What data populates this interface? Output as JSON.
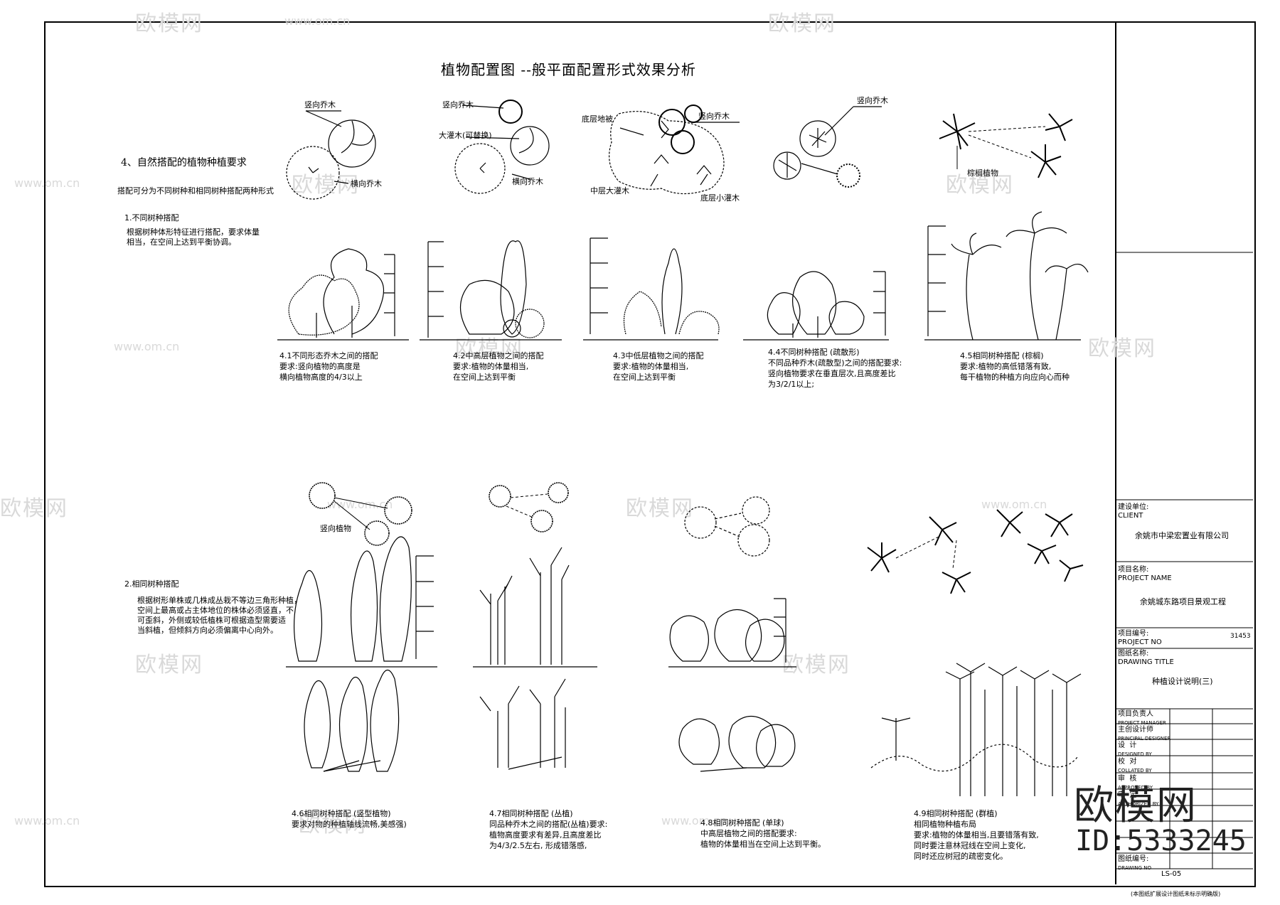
{
  "title": "植物配置图  --般平面配置形式效果分析",
  "left_notes": {
    "heading4": "4、自然搭配的植物种植要求",
    "intro": "搭配可分为不同树种和相同树种搭配两种形式",
    "sub1": "1.不同树种搭配",
    "sub1_text": "根据树种体形特征进行搭配，要求体量\n相当，在空间上达到平衡协调。",
    "sub2": "2.相同树种搭配",
    "sub2_text": "根据树形单株或几株成丛栽不等边三角形种植，\n空间上最高或占主体地位的株体必须竖直，不\n可歪斜，外侧或较低植株可根据造型需要适\n当斜植，但倾斜方向必须偏离中心向外。"
  },
  "plan_labels": {
    "a1": "竖向乔木",
    "a2": "横向乔木",
    "b1": "竖向乔木",
    "b2": "大灌木(可替换)",
    "b3": "横向乔木",
    "c1": "底层地被",
    "c2": "竖向乔木",
    "c3": "中层大灌木",
    "c4": "底层小灌木",
    "d1": "竖向乔木",
    "e1": "棕榈植物",
    "f1": "竖向植物"
  },
  "captions": {
    "c41": "4.1不同形态乔木之间的搭配\n要求:竖向植物的高度是\n横向植物高度的4/3以上",
    "c42": "4.2中高层植物之间的搭配\n要求:植物的体量相当,\n在空间上达到平衡",
    "c43": "4.3中低层植物之间的搭配\n要求:植物的体量相当,\n在空间上达到平衡",
    "c44": "4.4不同树种搭配 (疏散形)\n不同品种乔木(疏散型)之间的搭配要求:\n竖向植物要求在垂直层次,且高度差比\n为3/2/1以上;",
    "c45": "4.5相同树种搭配 (棕榈)\n要求:植物的高低错落有致,\n每干植物的种植方向应向心而种",
    "c46": "4.6相同树种搭配 (竖型植物)\n要求对物的种植轴线流畅,美感强)",
    "c47": "4.7相同树种搭配 (丛植)\n同品种乔木之间的搭配(丛植)要求:\n植物高度要求有差异,且高度差比\n为4/3/2.5左右, 形成错落感,",
    "c48": "4.8相同树种搭配 (单球)\n中高层植物之间的搭配要求:\n植物的体量相当在空间上达到平衡。",
    "c49": "4.9相同树种搭配 (群植)\n相同植物种植布局\n要求:植物的体量相当,且要错落有致,\n同时要注意林冠线在空间上变化,\n同时还应树冠的疏密变化。"
  },
  "title_block": {
    "client_label": "建设单位:",
    "client_label_en": "CLIENT",
    "client": "余姚市中梁宏置业有限公司",
    "project_label": "项目名称:",
    "project_label_en": "PROJECT NAME",
    "project": "余姚城东路项目景观工程",
    "project_no_label": "项目编号:",
    "project_no_label_en": "PROJECT NO",
    "project_no": "31453",
    "drawing_title_label": "图纸名称:",
    "drawing_title_label_en": "DRAWING TITLE",
    "drawing_title": "种植设计说明(三)",
    "rows": [
      "项目负责人",
      "PROJECT MANAGER",
      "主创设计师",
      "PRINCIPAL DESIGNER",
      "设  计",
      "DESIGNED BY",
      "校  对",
      "COLLATED BY",
      "审  核",
      "APPROVED BY",
      "审  定",
      "AUTHORIZED BY"
    ],
    "drawing_no_label": "图纸编号:",
    "drawing_no_label_en": "DRAWING NO",
    "drawing_no": "LS-05",
    "footer_note": "(本图纸扩展设计图纸未标示明确版)"
  },
  "watermark": {
    "brand": "欧模网",
    "url": "www.om.cn",
    "id": "ID:5333245"
  }
}
